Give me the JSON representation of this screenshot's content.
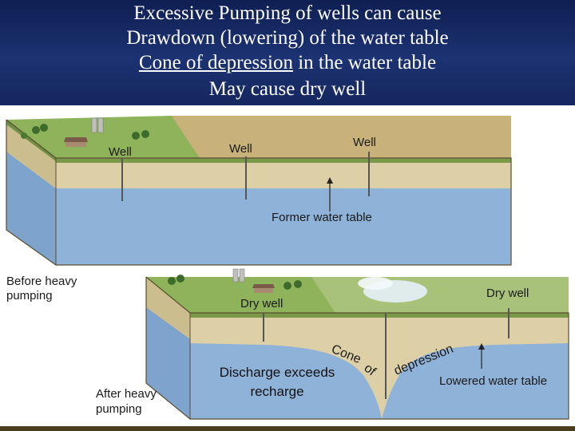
{
  "title": {
    "line1": "Excessive Pumping of wells can cause",
    "line2": "Drawdown (lowering) of the water table",
    "line3_underlined": "Cone of depression",
    "line3_rest": " in the water table",
    "line4": "May cause dry well"
  },
  "top_diagram": {
    "well_left": "Well",
    "well_middle": "Well",
    "well_right": "Well",
    "former_water_table": "Former water table",
    "caption_line1": "Before heavy",
    "caption_line2": "pumping"
  },
  "bottom_diagram": {
    "dry_well_left": "Dry well",
    "dry_well_right": "Dry well",
    "cone_word1": "Cone",
    "cone_word2": "of",
    "cone_word3": "depression",
    "lowered_water_table": "Lowered water table",
    "caption_line1": "After heavy",
    "caption_line2": "pumping",
    "callout_line1": "Discharge exceeds",
    "callout_line2": "recharge"
  },
  "colors": {
    "header_bg": "#1c3272",
    "surface_green": "#8fb35a",
    "surface_dry": "#c8b27a",
    "unsaturated_zone": "#d9cca3",
    "water": "#8fb2d8"
  }
}
